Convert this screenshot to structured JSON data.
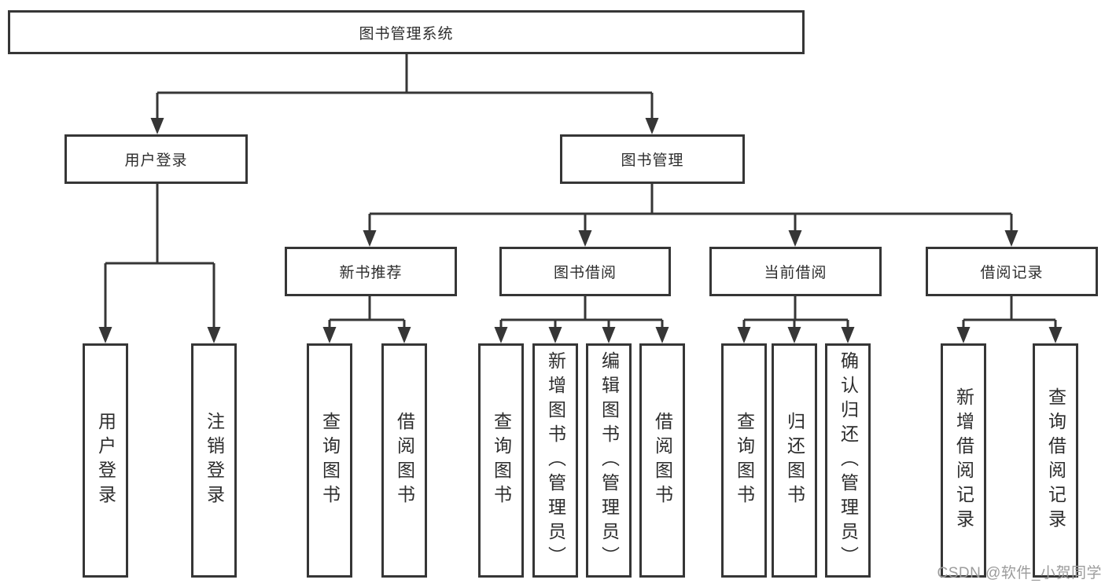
{
  "colors": {
    "background": "#ffffff",
    "line": "#363636",
    "box_border": "#363636",
    "text": "#2d2d2d",
    "watermark_text": "#9c9c9c"
  },
  "diagram": {
    "type": "hierarchy-tree",
    "title": "图书管理系统",
    "branches": [
      {
        "label": "用户登录",
        "children": [
          "用户登录",
          "注销登录"
        ]
      },
      {
        "label": "图书管理",
        "modules": [
          {
            "label": "新书推荐",
            "children": [
              "查询图书",
              "借阅图书"
            ]
          },
          {
            "label": "图书借阅",
            "children": [
              "查询图书",
              "新增图书（管理员）",
              "编辑图书（管理员）",
              "借阅图书"
            ]
          },
          {
            "label": "当前借阅",
            "children": [
              "查询图书",
              "归还图书",
              "确认归还（管理员）"
            ]
          },
          {
            "label": "借阅记录",
            "children": [
              "新增借阅记录",
              "查询借阅记录"
            ]
          }
        ]
      }
    ]
  },
  "watermark": {
    "text": "CSDN @软件_小贺同学"
  }
}
